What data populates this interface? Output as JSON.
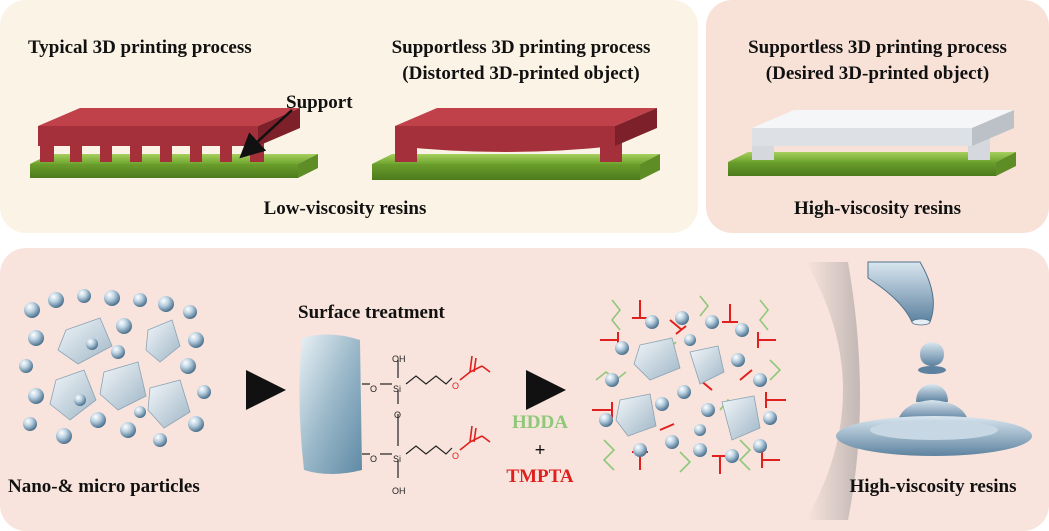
{
  "top_left": {
    "typical_title": "Typical 3D printing process",
    "supportless_title_line1": "Supportless 3D printing process",
    "supportless_title_line2": "(Distorted 3D-printed object)",
    "support_label": "Support",
    "caption": "Low-viscosity resins"
  },
  "top_right": {
    "title_line1": "Supportless 3D printing process",
    "title_line2": "(Desired 3D-printed object)",
    "caption": "High-viscosity resins"
  },
  "bottom": {
    "particles_label": "Nano-& micro particles",
    "surface_treatment_label": "Surface treatment",
    "chem_oh": "OH",
    "chem_o": "O",
    "chem_si": "Si",
    "monomer1": "HDDA",
    "plus": "+",
    "monomer2": "TMPTA",
    "result_label": "High-viscosity resins"
  },
  "colors": {
    "resin_red": "#b0333a",
    "platform_green": "#7cb43a",
    "desired_white": "#eceef2",
    "hdda_green": "#8fc87a",
    "tmpta_red": "#e0201e",
    "particle_blue": "#a9c3d6"
  }
}
